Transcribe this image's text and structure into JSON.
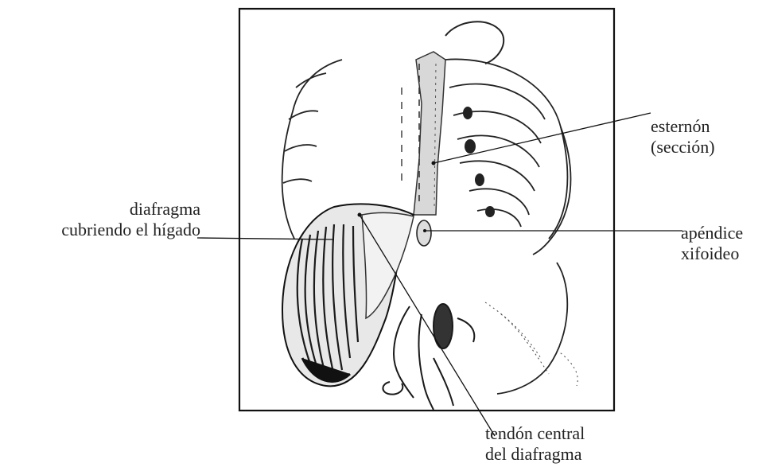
{
  "labels": {
    "diafragma": {
      "line1": "diafragma",
      "line2": "cubriendo el hígado"
    },
    "esternon": {
      "line1": "esternón",
      "line2": "(sección)"
    },
    "apendice": {
      "line1": "apéndice",
      "line2": "xifoideo"
    },
    "tendon": {
      "line1": "tendón  central",
      "line2": "del diafragma"
    }
  },
  "colors": {
    "ink": "#1a1a1a",
    "paper": "#ffffff"
  }
}
